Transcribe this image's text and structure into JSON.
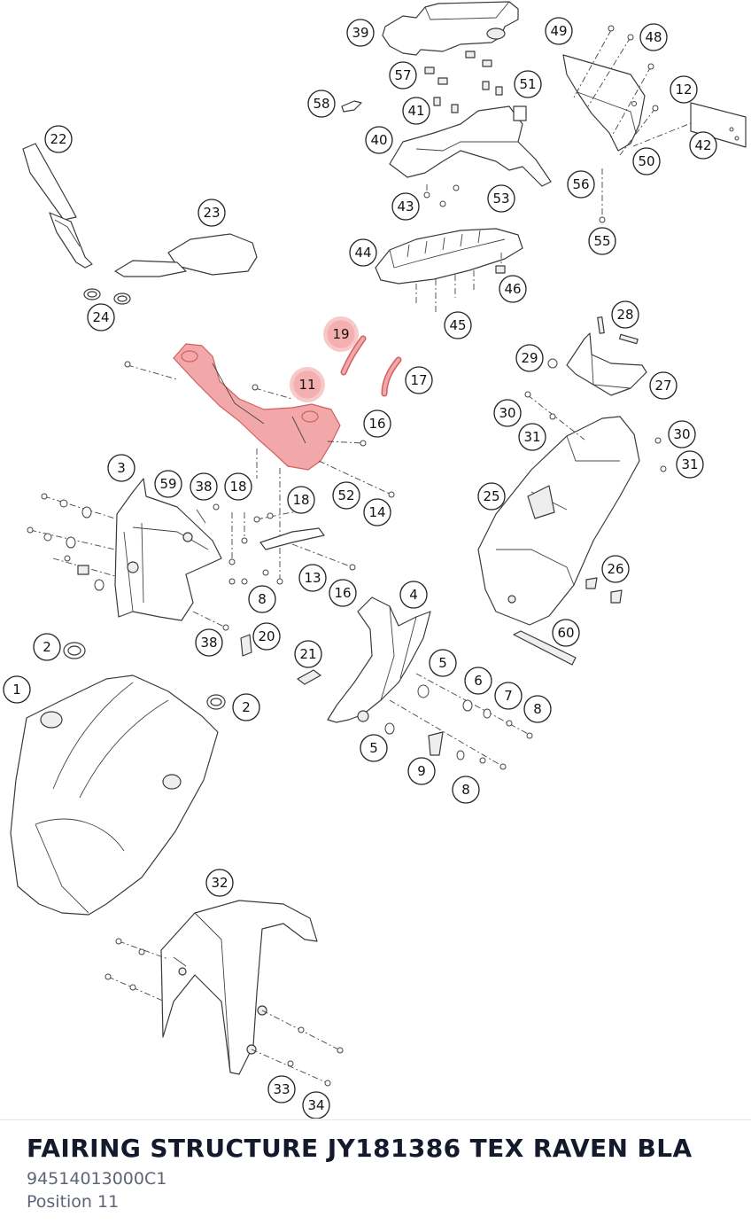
{
  "footer": {
    "title": "FAIRING STRUCTURE JY181386 TEX RAVEN BLA",
    "part_number": "94514013000C1",
    "position": "Position 11"
  },
  "highlight_color": "#f2a8a8",
  "highlighted_positions": [
    "11",
    "19"
  ],
  "callouts": [
    {
      "label": "39"
    },
    {
      "label": "49"
    },
    {
      "label": "48"
    },
    {
      "label": "57"
    },
    {
      "label": "51"
    },
    {
      "label": "58"
    },
    {
      "label": "41"
    },
    {
      "label": "12"
    },
    {
      "label": "42"
    },
    {
      "label": "40"
    },
    {
      "label": "50"
    },
    {
      "label": "56"
    },
    {
      "label": "43"
    },
    {
      "label": "53"
    },
    {
      "label": "55"
    },
    {
      "label": "22"
    },
    {
      "label": "23"
    },
    {
      "label": "44"
    },
    {
      "label": "46"
    },
    {
      "label": "24"
    },
    {
      "label": "45"
    },
    {
      "label": "28"
    },
    {
      "label": "19"
    },
    {
      "label": "29"
    },
    {
      "label": "27"
    },
    {
      "label": "11"
    },
    {
      "label": "17"
    },
    {
      "label": "30"
    },
    {
      "label": "16"
    },
    {
      "label": "31"
    },
    {
      "label": "30"
    },
    {
      "label": "31"
    },
    {
      "label": "3"
    },
    {
      "label": "59"
    },
    {
      "label": "38"
    },
    {
      "label": "18"
    },
    {
      "label": "52"
    },
    {
      "label": "25"
    },
    {
      "label": "18"
    },
    {
      "label": "14"
    },
    {
      "label": "26"
    },
    {
      "label": "13"
    },
    {
      "label": "16"
    },
    {
      "label": "8"
    },
    {
      "label": "4"
    },
    {
      "label": "60"
    },
    {
      "label": "2"
    },
    {
      "label": "38"
    },
    {
      "label": "20"
    },
    {
      "label": "21"
    },
    {
      "label": "5"
    },
    {
      "label": "6"
    },
    {
      "label": "7"
    },
    {
      "label": "1"
    },
    {
      "label": "2"
    },
    {
      "label": "8"
    },
    {
      "label": "5"
    },
    {
      "label": "9"
    },
    {
      "label": "8"
    },
    {
      "label": "32"
    },
    {
      "label": "33"
    },
    {
      "label": "34"
    }
  ]
}
